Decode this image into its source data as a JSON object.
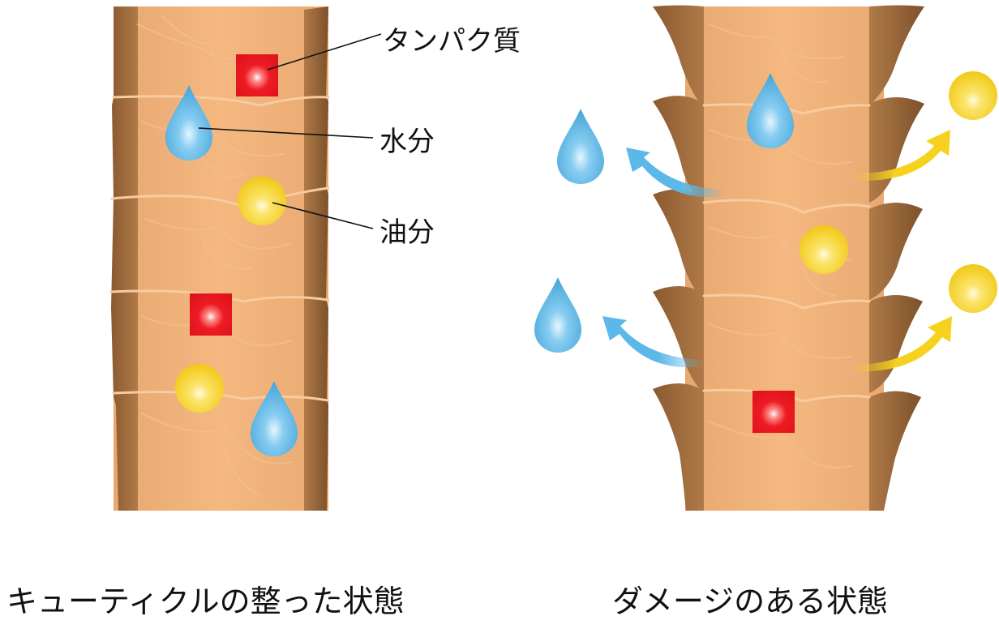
{
  "labels": {
    "protein": "タンパク質",
    "moisture": "水分",
    "oil": "油分"
  },
  "captions": {
    "healthy": "キューティクルの整った状態",
    "damaged": "ダメージのある状態"
  },
  "colors": {
    "hair_core": "#f2b27a",
    "hair_edge": "#9a6b3f",
    "cuticle_line": "#f7c79c",
    "protein": "#ee1c24",
    "moisture": "#5bb8e8",
    "oil": "#f6d21e",
    "leader_line": "#111111"
  },
  "icons": {
    "protein": "red-square-protein-icon",
    "moisture": "water-drop-icon",
    "oil": "oil-droplet-icon",
    "arrow": "curved-arrow-icon"
  }
}
